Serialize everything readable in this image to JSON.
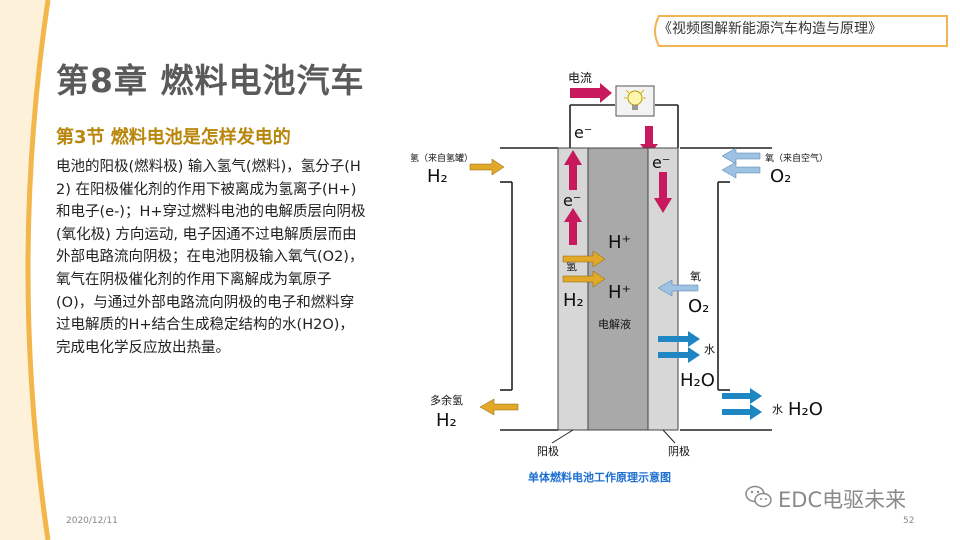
{
  "header": {
    "book_title": "《视频图解新能源汽车构造与原理》",
    "chapter_title": "第8章   燃料电池汽车",
    "section_title": "第3节  燃料电池是怎样发电的"
  },
  "body": {
    "paragraph": "电池的阳极(燃料极) 输入氢气(燃料)，氢分子(H2) 在阳极催化剂的作用下被离成为氢离子(H+) 和电子(e-)；H+穿过燃料电池的电解质层向阴极(氧化极) 方向运动, 电子因通不过电解质层而由外部电路流向阴极；在电池阴极输入氧气(O2)，氧气在阴极催化剂的作用下离解成为氧原子(O)，与通过外部电路流向阴极的电子和燃料穿过电解质的H+结合生成稳定结构的水(H2O)，完成电化学反应放出热量。"
  },
  "diagram": {
    "current_label": "电流",
    "electron": "e⁻",
    "hydrogen_source": "氢（来自氢罐）",
    "oxygen_source": "氧（来自空气）",
    "h2": "H₂",
    "o2": "O₂",
    "h_plus": "H⁺",
    "hydrogen": "氢",
    "oxygen": "氧",
    "water": "水",
    "h2o": "H₂O",
    "electrolyte": "电解液",
    "excess_hydrogen": "多余氢",
    "anode": "阳极",
    "cathode": "阴极",
    "caption": "单体燃料电池工作原理示意图"
  },
  "colors": {
    "accent_gold": "#b8860b",
    "electron_arrow": "#c8195f",
    "hydrogen_arrow": "#e2a82a",
    "oxygen_arrow": "#9ec2e3",
    "water_arrow": "#1f86c4",
    "caption_blue": "#1e6fd0"
  },
  "footer": {
    "date": "2020/12/11",
    "page": "52",
    "watermark": "EDC电驱未来"
  }
}
